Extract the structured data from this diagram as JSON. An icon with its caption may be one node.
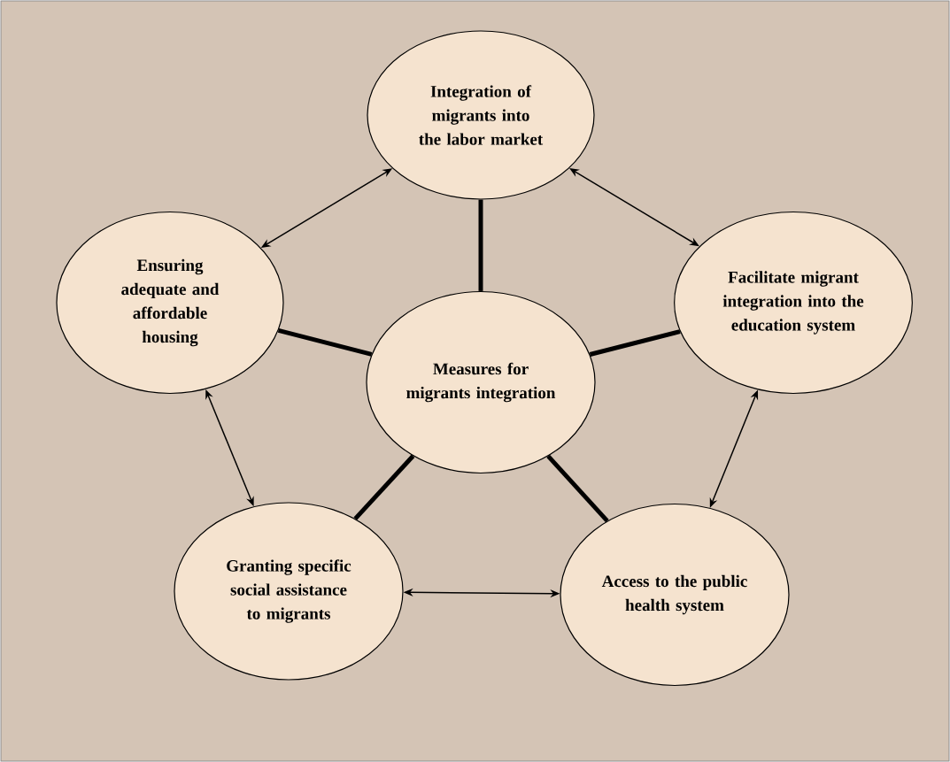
{
  "diagram": {
    "nodes": [
      {
        "text": [
          "Integration of migrants into the labor market"
        ]
      },
      {
        "text": [
          "Ensuring adequate and affordable housing"
        ]
      },
      {
        "text": [
          "Measures for migrants integration"
        ]
      },
      {
        "text": [
          "Facilitate migrant integration into the education system"
        ]
      },
      {
        "text": [
          "Granting specific social assistance to migrants"
        ]
      },
      {
        "text": [
          "Access to the public health system"
        ]
      }
    ],
    "edges": [
      {
        "from": 2,
        "to": 0,
        "arrow": "none",
        "style": "thick"
      },
      {
        "from": 2,
        "to": 1,
        "arrow": "none",
        "style": "thick"
      },
      {
        "from": 2,
        "to": 3,
        "arrow": "none",
        "style": "thick"
      },
      {
        "from": 2,
        "to": 4,
        "arrow": "none",
        "style": "thick"
      },
      {
        "from": 2,
        "to": 5,
        "arrow": "none",
        "style": "thick"
      },
      {
        "from": 1,
        "to": 0,
        "arrow": "both"
      },
      {
        "from": 0,
        "to": 3,
        "arrow": "both"
      },
      {
        "from": 1,
        "to": 4,
        "arrow": "both"
      },
      {
        "from": 3,
        "to": 5,
        "arrow": "both"
      },
      {
        "from": 4,
        "to": 5,
        "arrow": "both"
      }
    ]
  }
}
